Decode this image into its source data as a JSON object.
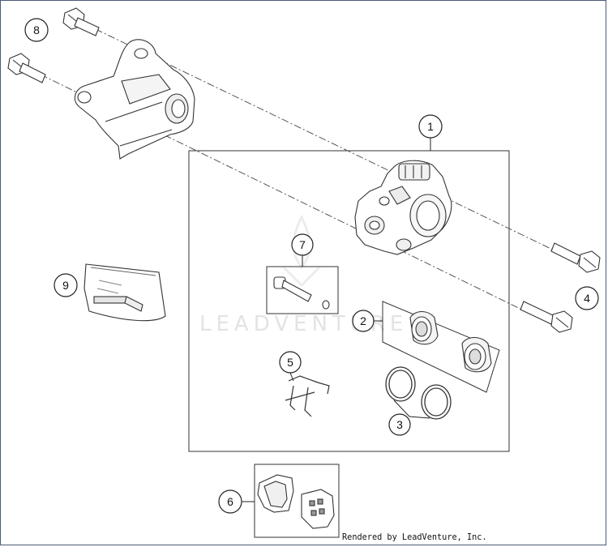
{
  "watermark": "LEADVENTURE",
  "footer": "Rendered by LeadVenture, Inc.",
  "callouts": [
    {
      "id": "1",
      "label": "1"
    },
    {
      "id": "2",
      "label": "2"
    },
    {
      "id": "3",
      "label": "3"
    },
    {
      "id": "4",
      "label": "4"
    },
    {
      "id": "5",
      "label": "5"
    },
    {
      "id": "6",
      "label": "6"
    },
    {
      "id": "7",
      "label": "7"
    },
    {
      "id": "8",
      "label": "8"
    },
    {
      "id": "9",
      "label": "9"
    }
  ]
}
